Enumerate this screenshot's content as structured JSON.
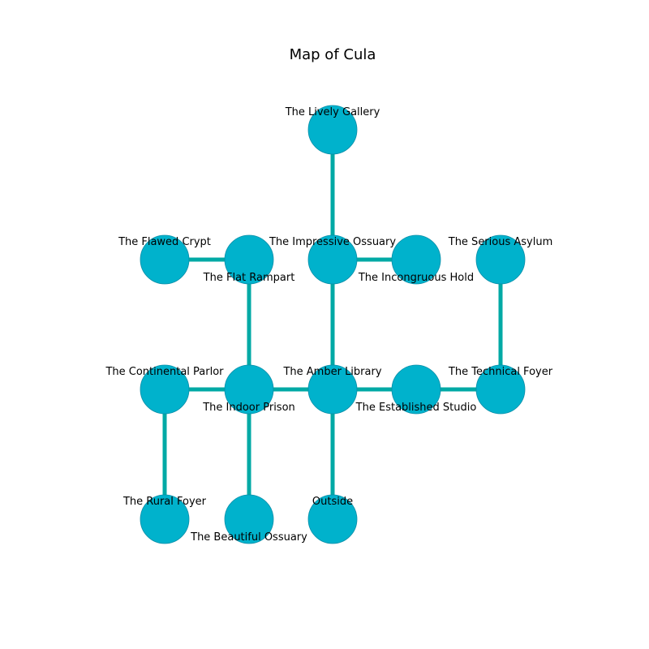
{
  "title": "Map of Cula",
  "colors": {
    "node_fill": "#00b2cc",
    "edge": "#00a9a5"
  },
  "rooms": [
    {
      "id": "lively-gallery",
      "label": "The Lively Gallery",
      "col": 2,
      "row": 0,
      "label_pos": "above"
    },
    {
      "id": "flawed-crypt",
      "label": "The Flawed Crypt",
      "col": 0,
      "row": 1,
      "label_pos": "above"
    },
    {
      "id": "flat-rampart",
      "label": "The Flat Rampart",
      "col": 1,
      "row": 1,
      "label_pos": "below"
    },
    {
      "id": "impressive-ossuary",
      "label": "The Impressive Ossuary",
      "col": 2,
      "row": 1,
      "label_pos": "above"
    },
    {
      "id": "incongruous-hold",
      "label": "The Incongruous Hold",
      "col": 3,
      "row": 1,
      "label_pos": "below"
    },
    {
      "id": "serious-asylum",
      "label": "The Serious Asylum",
      "col": 4,
      "row": 1,
      "label_pos": "above"
    },
    {
      "id": "continental-parlor",
      "label": "The Continental Parlor",
      "col": 0,
      "row": 2,
      "label_pos": "above"
    },
    {
      "id": "indoor-prison",
      "label": "The Indoor Prison",
      "col": 1,
      "row": 2,
      "label_pos": "below"
    },
    {
      "id": "amber-library",
      "label": "The Amber Library",
      "col": 2,
      "row": 2,
      "label_pos": "above"
    },
    {
      "id": "established-studio",
      "label": "The Established Studio",
      "col": 3,
      "row": 2,
      "label_pos": "below"
    },
    {
      "id": "technical-foyer",
      "label": "The Technical Foyer",
      "col": 4,
      "row": 2,
      "label_pos": "above"
    },
    {
      "id": "rural-foyer",
      "label": "The Rural Foyer",
      "col": 0,
      "row": 3,
      "label_pos": "above"
    },
    {
      "id": "beautiful-ossuary",
      "label": "The Beautiful Ossuary",
      "col": 1,
      "row": 3,
      "label_pos": "below"
    },
    {
      "id": "outside",
      "label": "Outside",
      "col": 2,
      "row": 3,
      "label_pos": "above"
    }
  ],
  "connections": [
    [
      "lively-gallery",
      "impressive-ossuary"
    ],
    [
      "flawed-crypt",
      "flat-rampart"
    ],
    [
      "impressive-ossuary",
      "incongruous-hold"
    ],
    [
      "impressive-ossuary",
      "amber-library"
    ],
    [
      "flat-rampart",
      "indoor-prison"
    ],
    [
      "serious-asylum",
      "technical-foyer"
    ],
    [
      "continental-parlor",
      "indoor-prison"
    ],
    [
      "indoor-prison",
      "amber-library"
    ],
    [
      "amber-library",
      "established-studio"
    ],
    [
      "established-studio",
      "technical-foyer"
    ],
    [
      "continental-parlor",
      "rural-foyer"
    ],
    [
      "indoor-prison",
      "beautiful-ossuary"
    ],
    [
      "amber-library",
      "outside"
    ]
  ]
}
